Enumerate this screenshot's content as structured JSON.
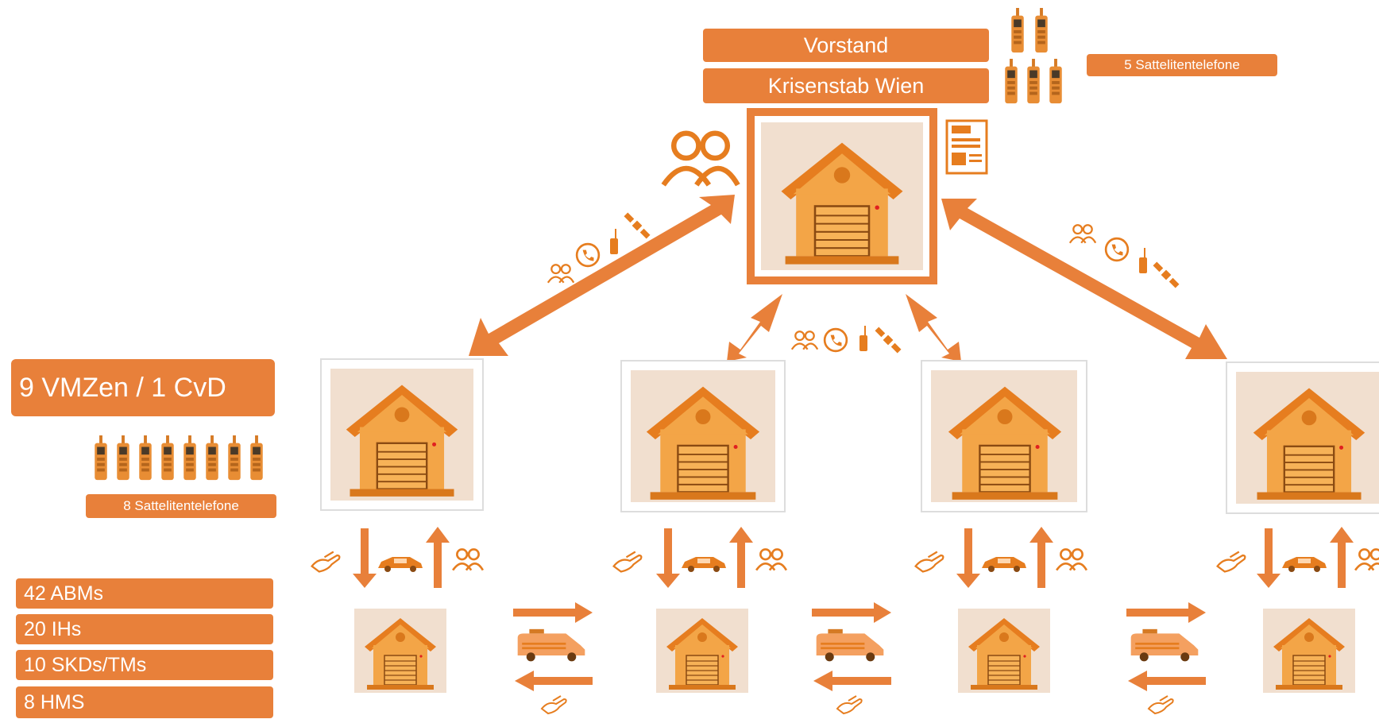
{
  "top_labels": {
    "vorstand": "Vorstand",
    "krisenstab": "Krisenstab Wien",
    "satellite_top": "5 Sattelitentelefone"
  },
  "left_labels": {
    "vmz": "9 VMZen / 1 CvD",
    "satellite_left": "8 Sattelitentelefone"
  },
  "staff_list": [
    "42 ABMs",
    "20 IHs",
    "10 SKDs/TMs",
    "8 HMS"
  ],
  "colors": {
    "accent": "#e8803a",
    "accent_dark": "#c4631f",
    "house": "#f0a040",
    "frame": "#e8803a"
  },
  "icons": [
    "people-icon",
    "phone-icon",
    "radio-icon",
    "satellite-icon",
    "news-icon",
    "satellite-phone-icon",
    "van-icon",
    "car-icon",
    "hand-icon",
    "house-icon"
  ]
}
